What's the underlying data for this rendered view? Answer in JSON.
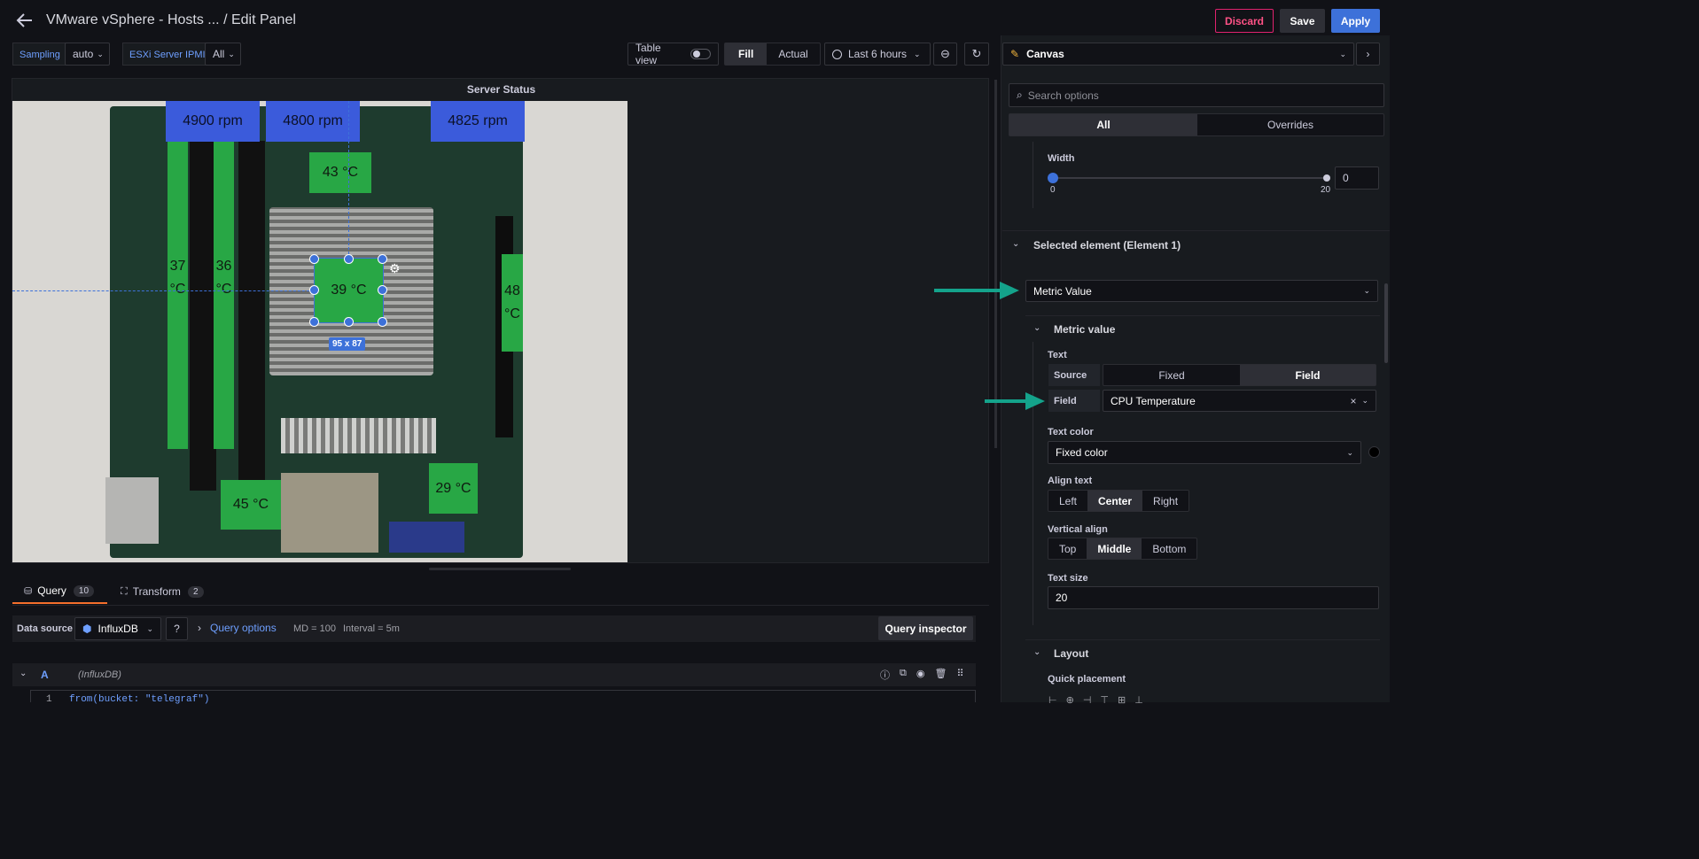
{
  "header": {
    "title": "VMware vSphere - Hosts ... / Edit Panel",
    "discard": "Discard",
    "save": "Save",
    "apply": "Apply"
  },
  "toolbar": {
    "sampling_label": "Sampling",
    "sampling_value": "auto",
    "esxi_label": "ESXi Server IPMI",
    "esxi_value": "All",
    "table_view": "Table view",
    "fill": "Fill",
    "actual": "Actual",
    "time_range": "Last 6 hours"
  },
  "panel": {
    "title": "Server Status",
    "fans": [
      "4900 rpm",
      "4800 rpm",
      "4825 rpm"
    ],
    "temps": {
      "top": "43 °C",
      "cpu": "39 °C",
      "dimm1": "37 °C",
      "dimm2": "36 °C",
      "right": "48 °C",
      "bottom_left": "45 °C",
      "bottom_right": "29 °C"
    },
    "size_badge": "95 x 87"
  },
  "query": {
    "tab_query": "Query",
    "tab_query_count": "10",
    "tab_transform": "Transform",
    "tab_transform_count": "2",
    "datasource_label": "Data source",
    "datasource": "InfluxDB",
    "query_options": "Query options",
    "md": "MD = 100",
    "interval": "Interval = 5m",
    "inspector": "Query inspector",
    "row_letter": "A",
    "row_source": "(InfluxDB)",
    "code_line_no": "1",
    "code_line": "from(bucket: \"telegraf\")"
  },
  "options": {
    "viz": "Canvas",
    "search_placeholder": "Search options",
    "tab_all": "All",
    "tab_overrides": "Overrides",
    "width_label": "Width",
    "width_min": "0",
    "width_max": "20",
    "width_value": "0",
    "width_fraction": 0,
    "selected_element": "Selected element (Element 1)",
    "element_type": "Metric Value",
    "metric_value": "Metric value",
    "text_label": "Text",
    "source_label": "Source",
    "source_fixed": "Fixed",
    "source_field": "Field",
    "field_label": "Field",
    "field_value": "CPU Temperature",
    "text_color_label": "Text color",
    "text_color_value": "Fixed color",
    "align_label": "Align text",
    "align_left": "Left",
    "align_center": "Center",
    "align_right": "Right",
    "valign_label": "Vertical align",
    "valign_top": "Top",
    "valign_middle": "Middle",
    "valign_bottom": "Bottom",
    "text_size_label": "Text size",
    "text_size_value": "20",
    "layout_label": "Layout",
    "quick_placement": "Quick placement"
  },
  "colors": {
    "accent": "#3d71d9",
    "discard": "#e0226e",
    "green": "#28a745",
    "fan_blue": "#3b5bdb",
    "arrow": "#14a38b"
  }
}
